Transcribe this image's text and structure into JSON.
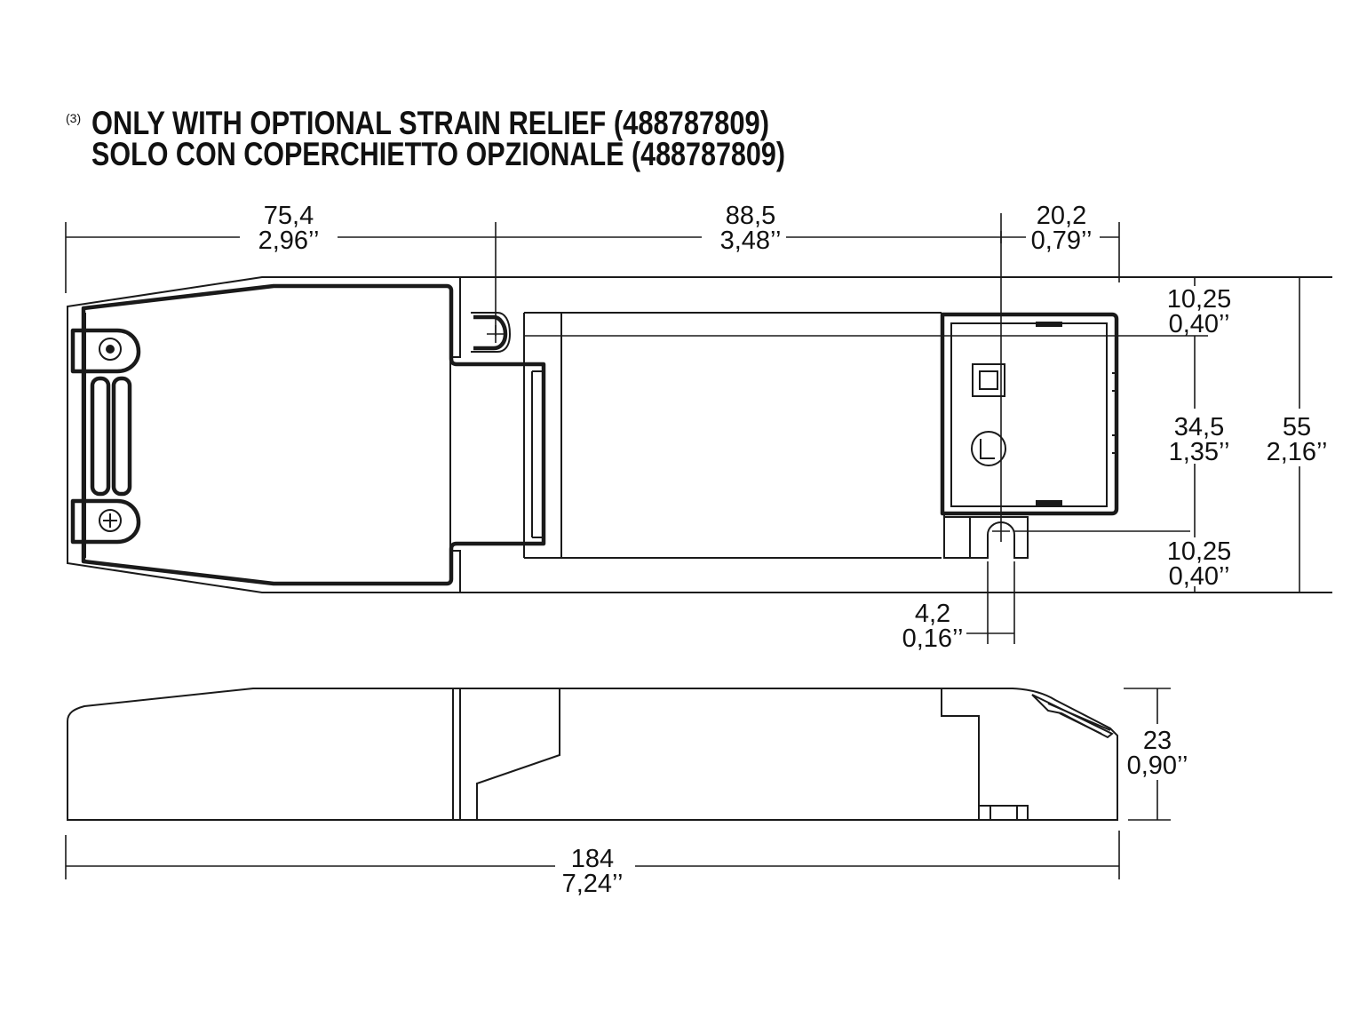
{
  "note": {
    "marker": "(3)",
    "line1": "ONLY WITH OPTIONAL STRAIN RELIEF (488787809)",
    "line2": "SOLO CON COPERCHIETTO OPZIONALE (488787809)"
  },
  "dimensions": {
    "left_cover_length": {
      "mm": "75,4",
      "inch": "2,96’’"
    },
    "body_length": {
      "mm": "88,5",
      "inch": "3,48’’"
    },
    "right_cover_length": {
      "mm": "20,2",
      "inch": "0,79’’"
    },
    "hole_offset_top": {
      "mm": "10,25",
      "inch": "0,40’’"
    },
    "hole_spacing": {
      "mm": "34,5",
      "inch": "1,35’’"
    },
    "total_width": {
      "mm": "55",
      "inch": "2,16’’"
    },
    "hole_offset_bottom": {
      "mm": "10,25",
      "inch": "0,40’’"
    },
    "slot_width": {
      "mm": "4,2",
      "inch": "0,16’’"
    },
    "height": {
      "mm": "23",
      "inch": "0,90’’"
    },
    "total_length": {
      "mm": "184",
      "inch": "7,24’’"
    }
  }
}
